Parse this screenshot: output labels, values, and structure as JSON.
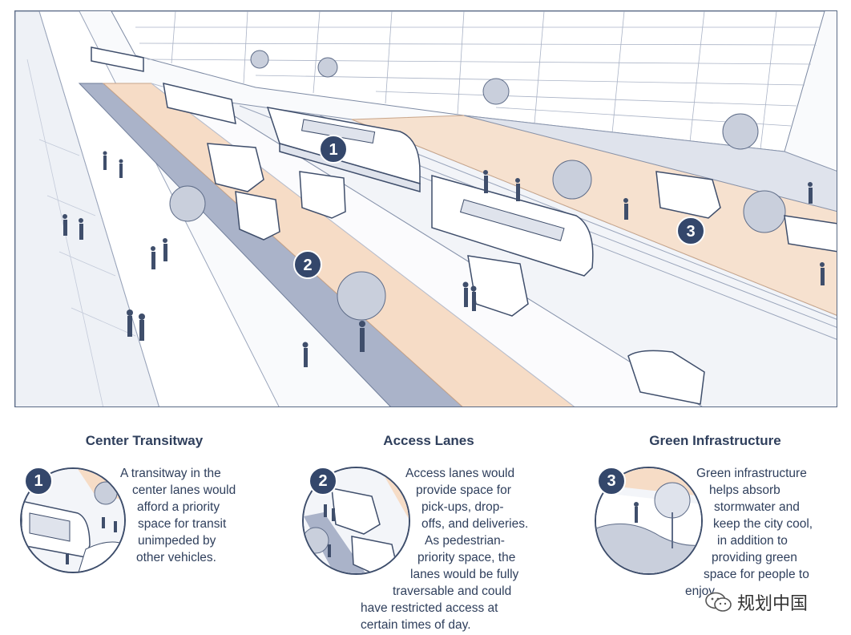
{
  "illustration": {
    "badges": [
      "1",
      "2",
      "3"
    ]
  },
  "panels": [
    {
      "number": "1",
      "title": "Center Transitway",
      "lines": [
        "A transitway in the",
        "center lanes would",
        "afford a priority",
        "space for transit",
        "unimpeded by",
        "other vehicles."
      ]
    },
    {
      "number": "2",
      "title": "Access Lanes",
      "lines": [
        "Access lanes would",
        "provide space for",
        "pick-ups, drop-",
        "offs, and deliveries.",
        "As pedestrian-",
        "priority space, the",
        "lanes would be fully",
        "traversable and could",
        "have restricted access at",
        "certain times of day."
      ]
    },
    {
      "number": "3",
      "title": "Green Infrastructure",
      "lines": [
        "Green infrastructure",
        "helps absorb",
        "stormwater and",
        "keep the city cool,",
        "in addition to",
        "providing green",
        "space for people to",
        "enjoy."
      ]
    }
  ],
  "watermark": {
    "text": "规划中国",
    "logo_icon": "wechat-logo-icon"
  },
  "colors": {
    "navy": "#34476b",
    "peach": "#f6d9c0",
    "lane_grey": "#a9b3c9",
    "line": "#5a6a85"
  }
}
